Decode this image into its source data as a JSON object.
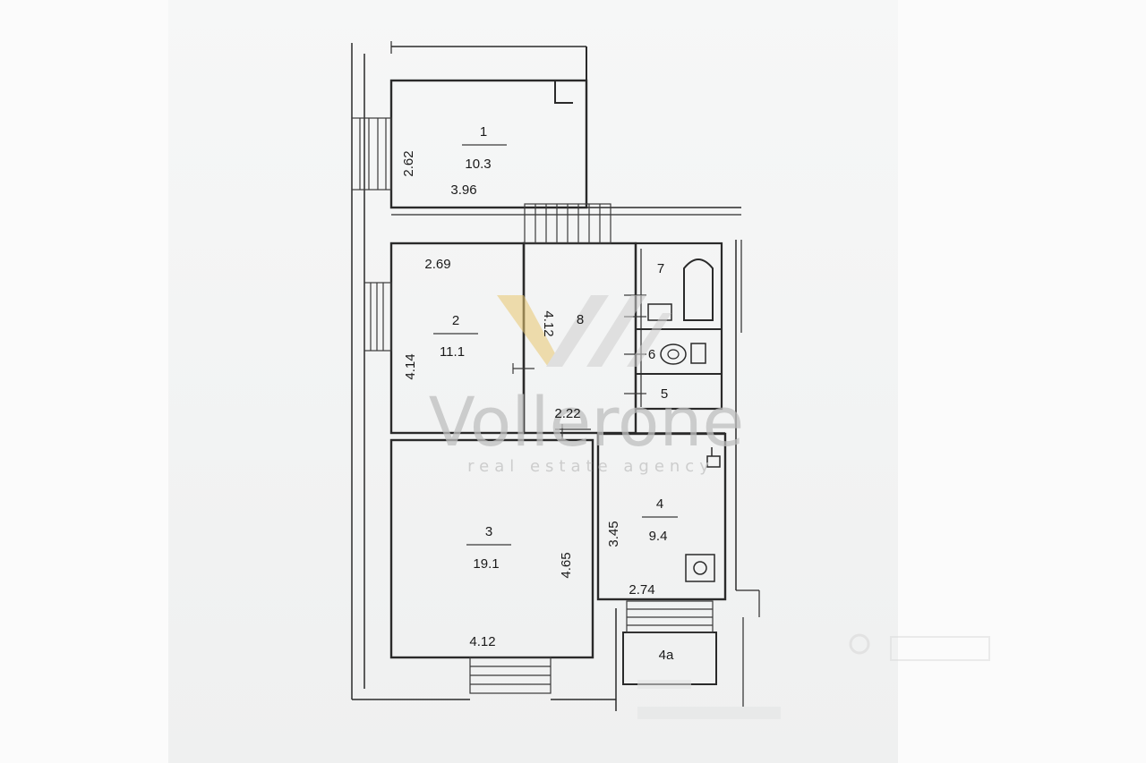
{
  "rooms": {
    "r1": {
      "number": "1",
      "area": "10.3"
    },
    "r2": {
      "number": "2",
      "area": "11.1"
    },
    "r3": {
      "number": "3",
      "area": "19.1"
    },
    "r4": {
      "number": "4",
      "area": "9.4"
    },
    "r4a": {
      "number": "4a"
    },
    "r5": {
      "number": "5"
    },
    "r6": {
      "number": "6"
    },
    "r7": {
      "number": "7"
    },
    "r8": {
      "number": "8"
    }
  },
  "dimensions": {
    "r1_height": "2.62",
    "r1_width": "3.96",
    "r2_width": "2.69",
    "r2_height": "4.14",
    "r8_height": "4.12",
    "r8_width": "2.22",
    "r3_height": "4.65",
    "r3_width": "4.12",
    "r4_height": "3.45",
    "r4_width": "2.74"
  },
  "watermark": {
    "brand": "Vollerone",
    "tagline": "real estate agency"
  }
}
